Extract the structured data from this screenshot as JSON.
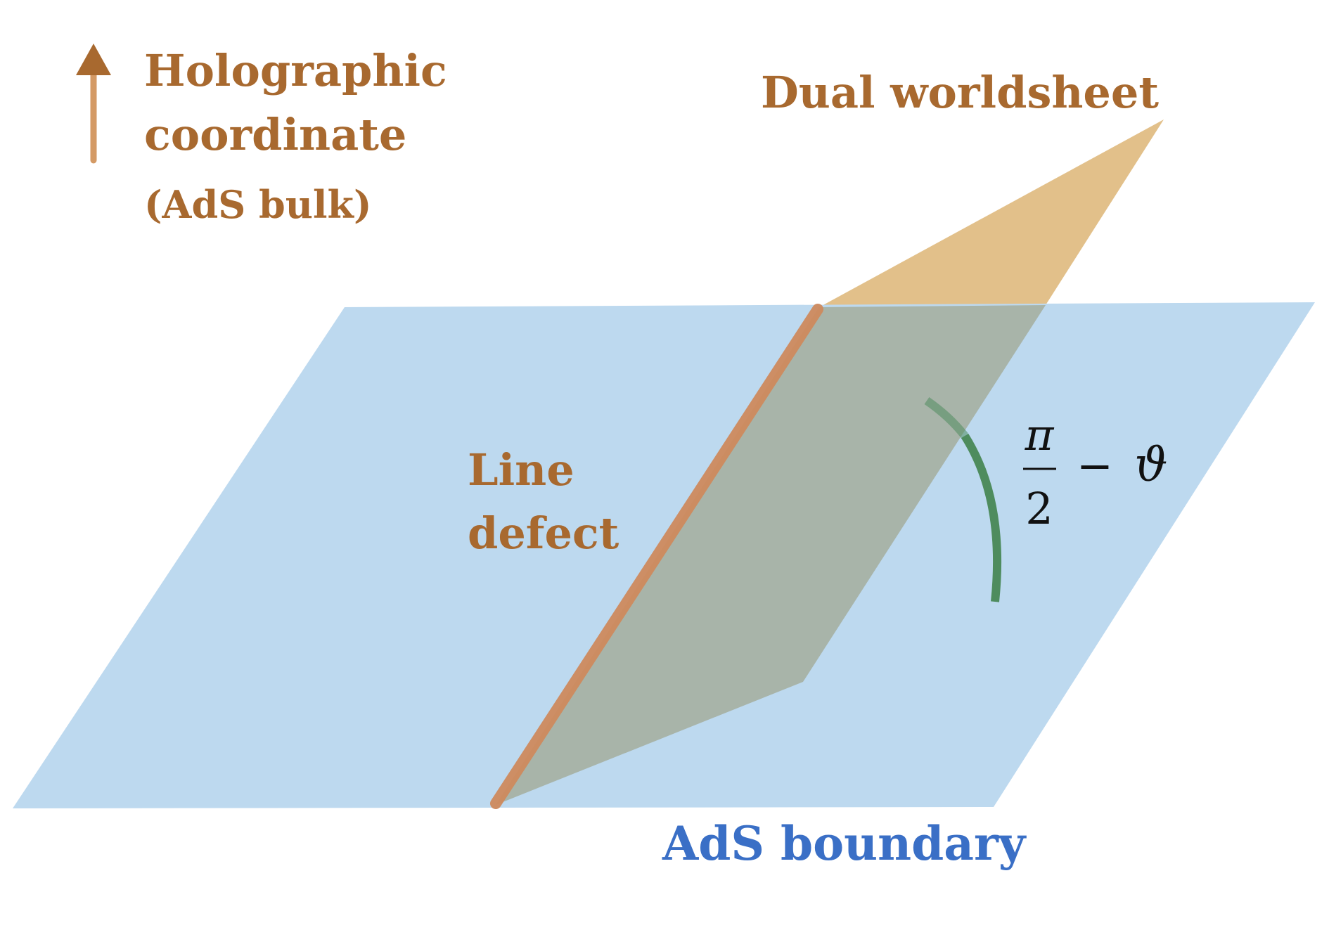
{
  "labels": {
    "holographic_line1": "Holographic",
    "holographic_line2": "coordinate",
    "holographic_line3": "(AdS bulk)",
    "dual_worldsheet": "Dual worldsheet",
    "line_defect_line1": "Line",
    "line_defect_line2": "defect",
    "ads_boundary": "AdS boundary"
  },
  "angle_label": {
    "numerator": "π",
    "denominator": "2",
    "minus": "−",
    "theta": "ϑ"
  },
  "colors": {
    "label_brown": "#A8692F",
    "label_blue": "#3A6FC6",
    "boundary_plane": "#BDD9EF",
    "worldsheet": "#E2C08A",
    "worldsheet_overlap": "#A8B4A9",
    "defect_line": "#CE8A5E",
    "angle_arc": "#4E8C5E",
    "arrow": "#D49A65",
    "math_text": "#111111"
  }
}
